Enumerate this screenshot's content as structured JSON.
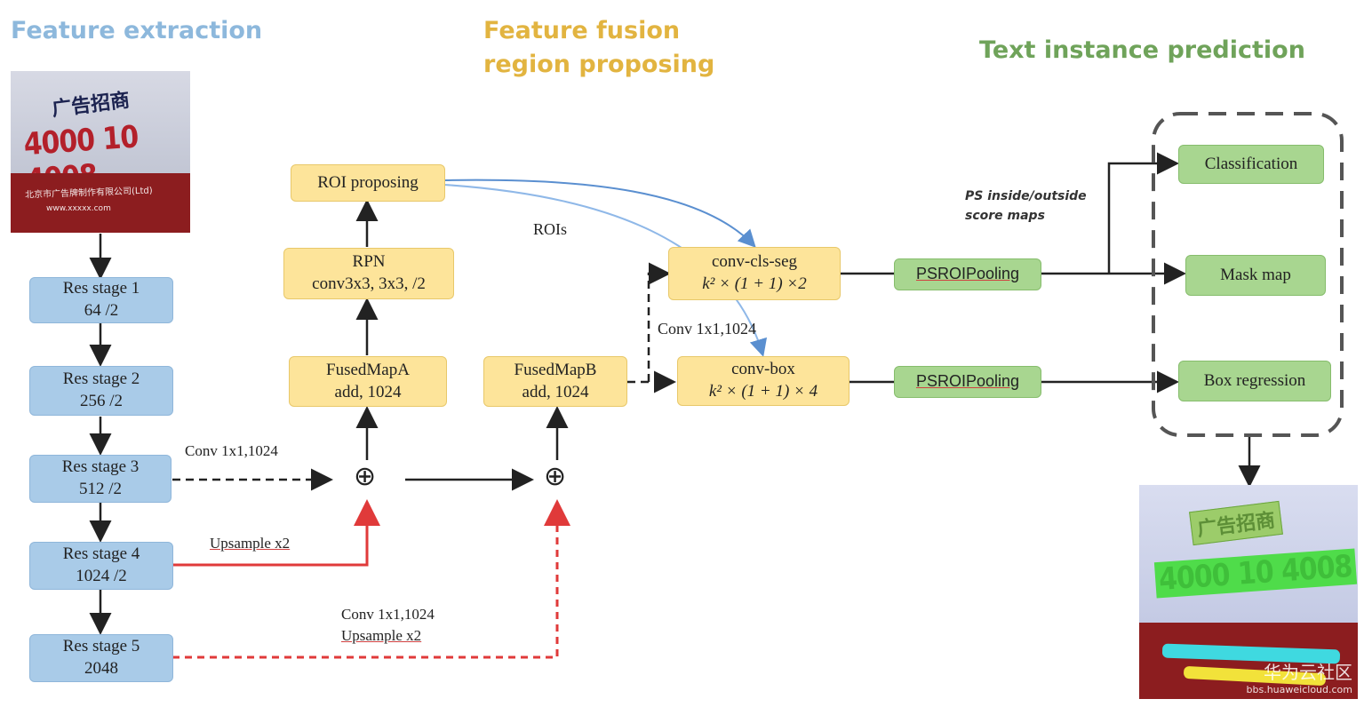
{
  "sections": {
    "extraction": "Feature extraction",
    "fusion_line1": "Feature fusion",
    "fusion_line2": "region proposing",
    "prediction": "Text instance prediction"
  },
  "colors": {
    "extraction": "#8db8dc",
    "fusion": "#e2b440",
    "prediction": "#6fa35a",
    "red_arrow": "#e03a3a",
    "blue_arrow": "#5a8fd0"
  },
  "res_stages": [
    {
      "name": "Res stage 1",
      "value": "64 /2"
    },
    {
      "name": "Res stage 2",
      "value": "256 /2"
    },
    {
      "name": "Res stage 3",
      "value": "512 /2"
    },
    {
      "name": "Res stage 4",
      "value": "1024 /2"
    },
    {
      "name": "Res stage 5",
      "value": "2048"
    }
  ],
  "fusion": {
    "roi": "ROI proposing",
    "rpn_line1": "RPN",
    "rpn_line2": "conv3x3, 3x3, /2",
    "fusedA_line1": "FusedMapA",
    "fusedA_line2": "add, 1024",
    "fusedB_line1": "FusedMapB",
    "fusedB_line2": "add, 1024",
    "plus_symbol": "⊕"
  },
  "heads": {
    "cls_seg_line1": "conv-cls-seg",
    "cls_seg_line2": "k² × (1 + 1) ×2",
    "box_line1": "conv-box",
    "box_line2": "k² × (1 + 1) × 4",
    "psroi1": "PSROIPooling",
    "psroi2": "PSROIPooling"
  },
  "outputs": {
    "classification": "Classification",
    "mask": "Mask map",
    "box_regression": "Box regression"
  },
  "labels": {
    "conv_stage3": "Conv 1x1,1024",
    "upsample_stage4": "Upsample x2",
    "conv_stage5": "Conv 1x1,1024",
    "upsample_stage5": "Upsample x2",
    "rois": "ROIs",
    "conv_heads": "Conv 1x1,1024",
    "ps_line1": "PS inside/outside",
    "ps_line2": "score  maps"
  },
  "input_image": {
    "title": "广告招商",
    "phone": "4000 10 4008",
    "small_line1": "北京市广告牌制作有限公司(Ltd)",
    "small_line2": "www.xxxxx.com"
  },
  "output_image": {
    "title": "广告招商",
    "phone": "4000 10 4008"
  },
  "watermark": {
    "name": "华为云社区",
    "url": "bbs.huaweicloud.com"
  }
}
